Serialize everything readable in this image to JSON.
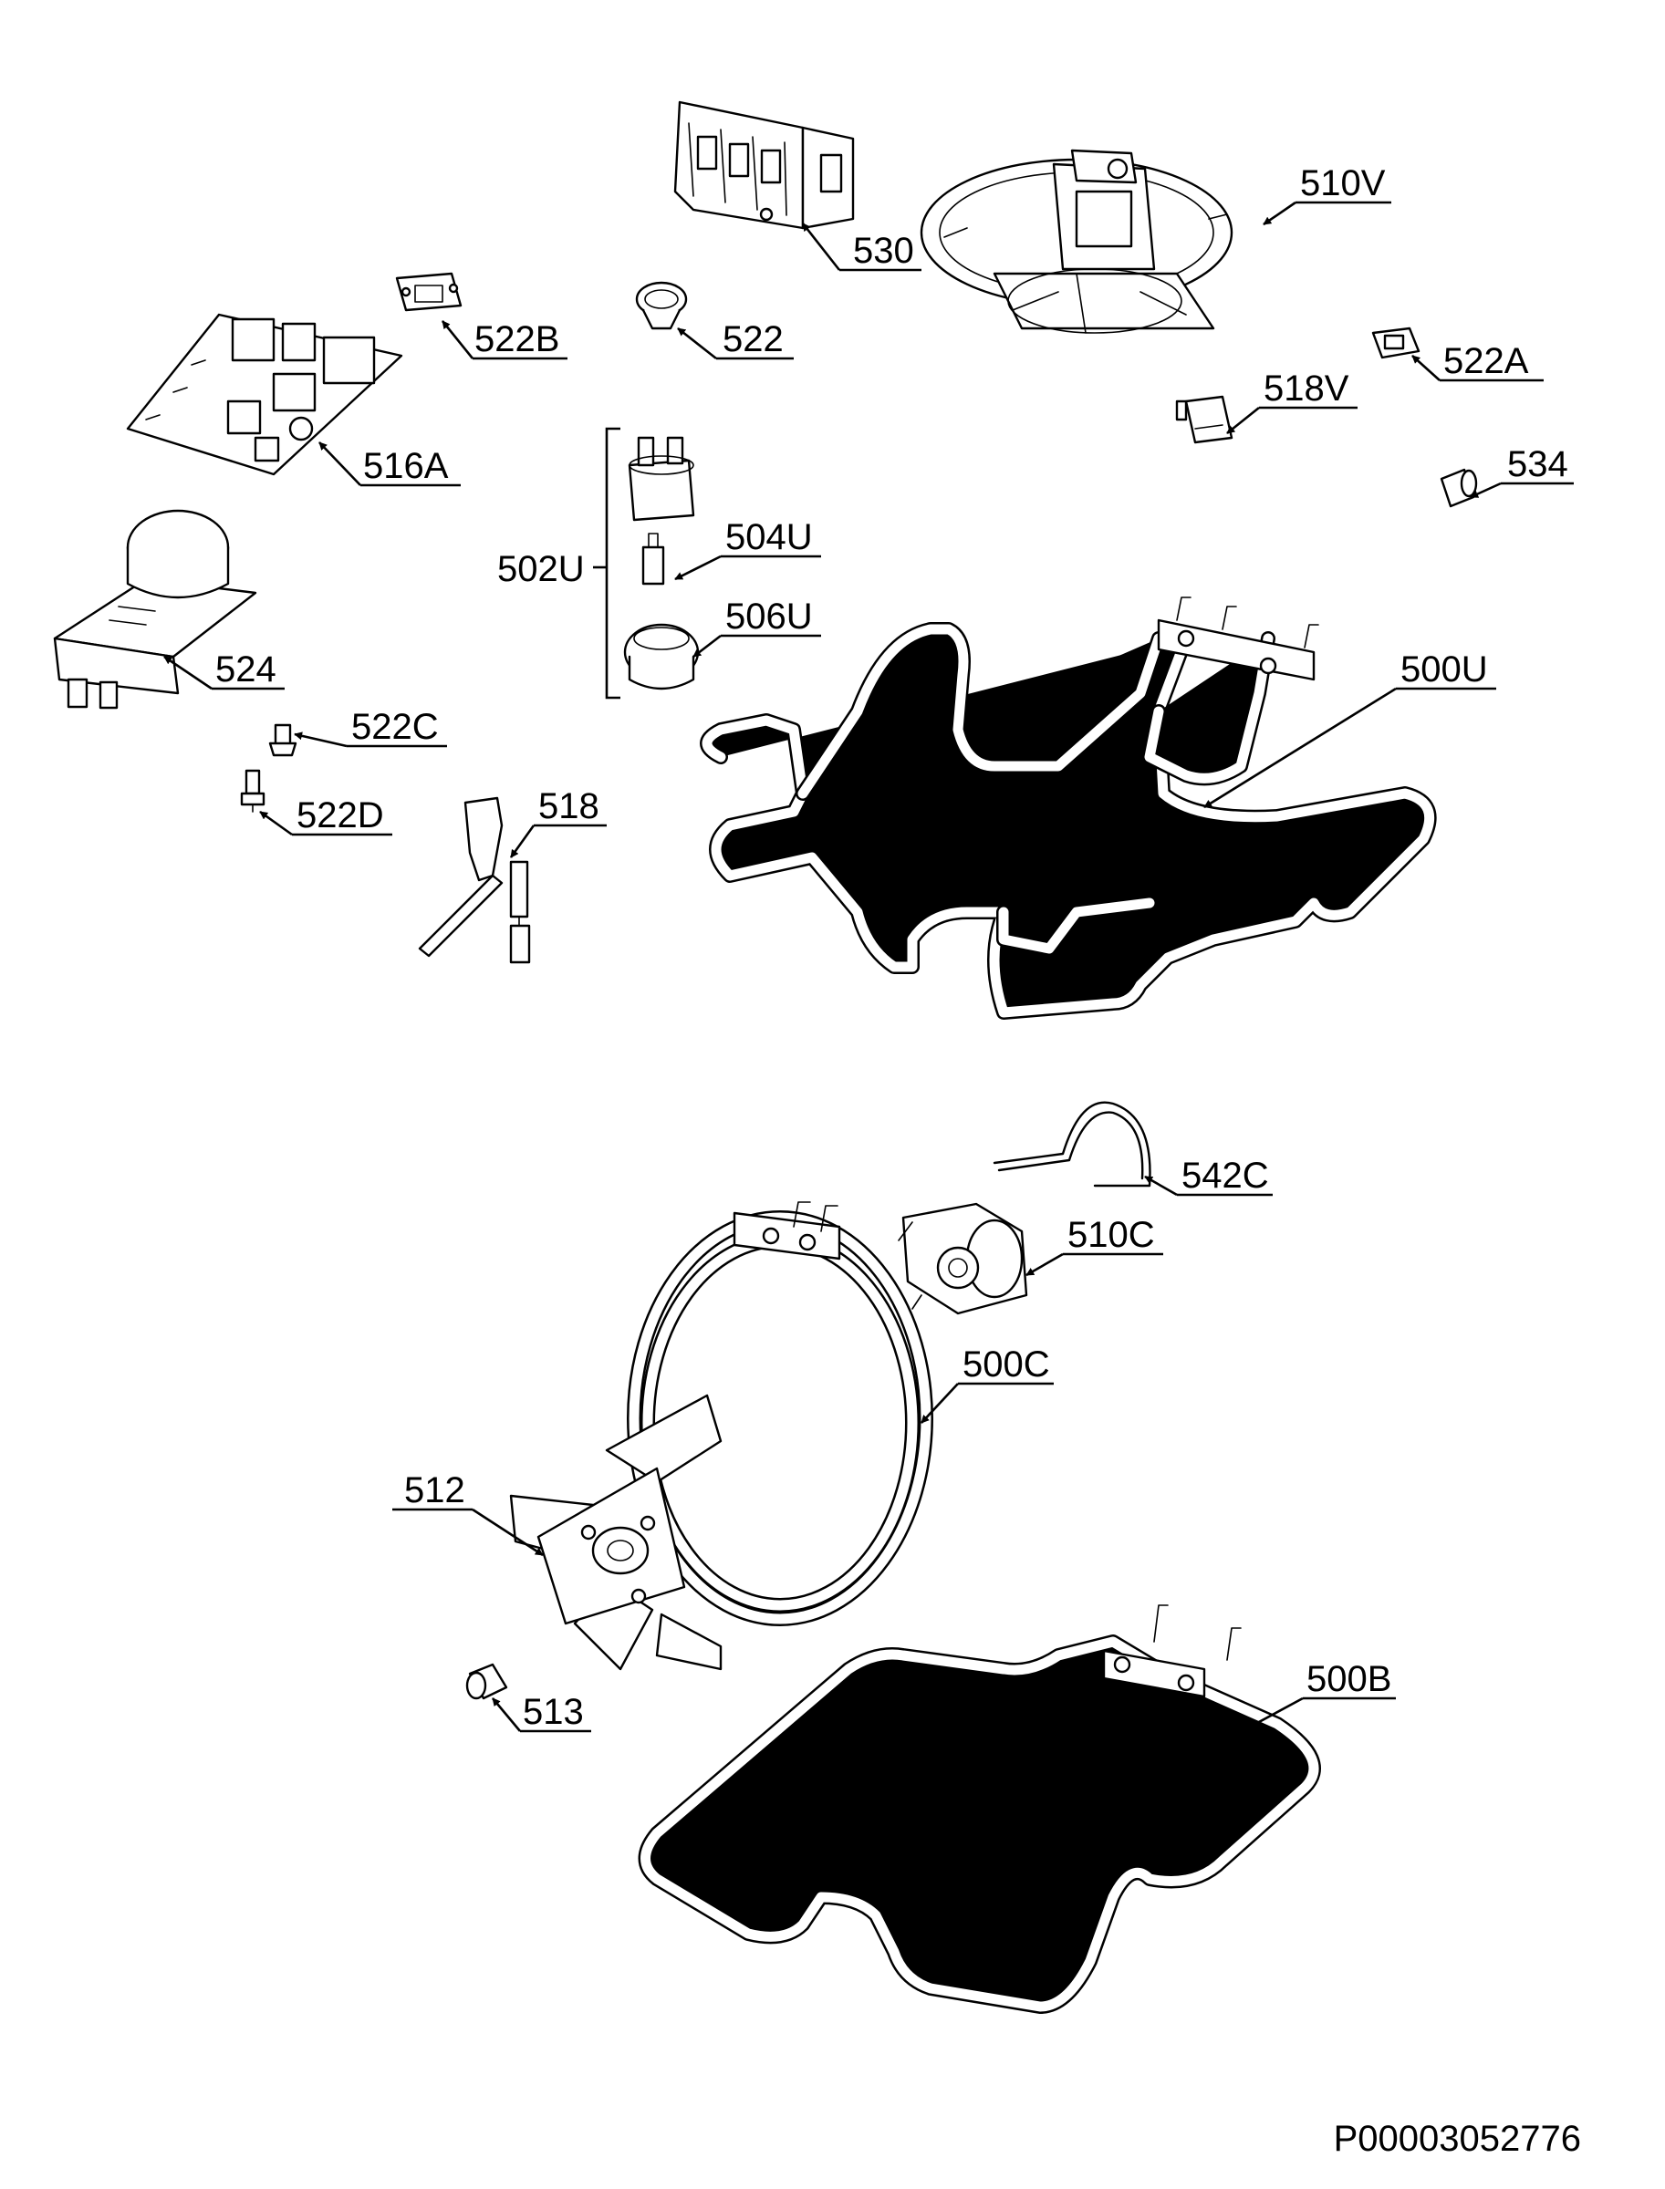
{
  "diagram": {
    "document_id": "P00003052776",
    "group_label": "502U",
    "callouts": [
      {
        "id": "530",
        "label": "530"
      },
      {
        "id": "510V",
        "label": "510V"
      },
      {
        "id": "522B",
        "label": "522B"
      },
      {
        "id": "522",
        "label": "522"
      },
      {
        "id": "522A",
        "label": "522A"
      },
      {
        "id": "518V",
        "label": "518V"
      },
      {
        "id": "516A",
        "label": "516A"
      },
      {
        "id": "534",
        "label": "534"
      },
      {
        "id": "504U",
        "label": "504U"
      },
      {
        "id": "506U",
        "label": "506U"
      },
      {
        "id": "524",
        "label": "524"
      },
      {
        "id": "500U",
        "label": "500U"
      },
      {
        "id": "522C",
        "label": "522C"
      },
      {
        "id": "518",
        "label": "518"
      },
      {
        "id": "522D",
        "label": "522D"
      },
      {
        "id": "542C",
        "label": "542C"
      },
      {
        "id": "510C",
        "label": "510C"
      },
      {
        "id": "500C",
        "label": "500C"
      },
      {
        "id": "512",
        "label": "512"
      },
      {
        "id": "500B",
        "label": "500B"
      },
      {
        "id": "513",
        "label": "513"
      }
    ]
  }
}
